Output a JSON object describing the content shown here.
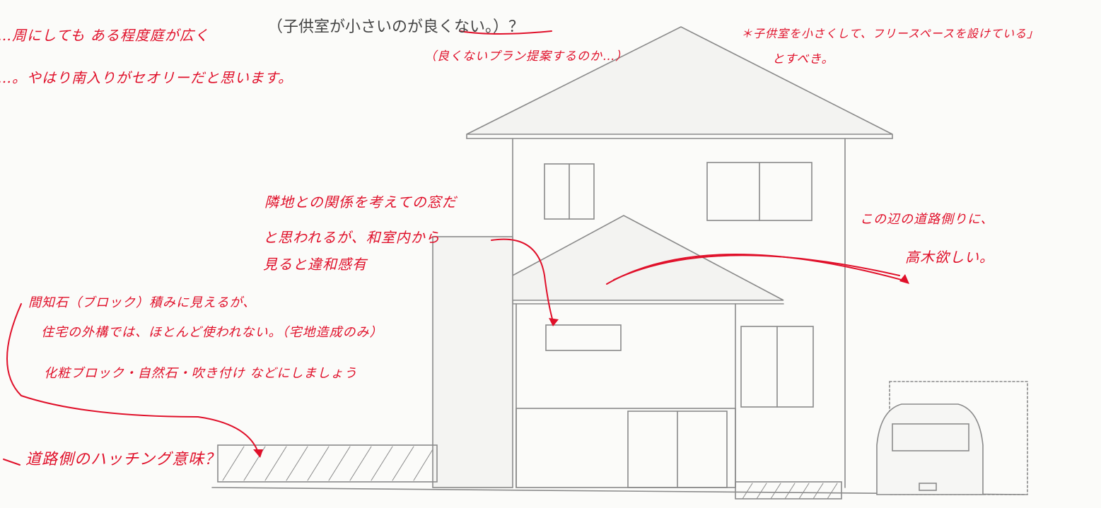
{
  "printed_caption": "（子供室が小さいのが良くない。）？",
  "notes": {
    "left_top_1": "…周にしても ある程度庭が広く",
    "left_top_2": "…。やはり南入りがセオリーだと思います。",
    "center_top": "（良くないプラン提案するのか…）",
    "right_top_1": "＊子供室を小さくして、フリースペースを設けている」",
    "right_top_2": "とすべき。",
    "mid_1": "隣地との関係を考えての窓だ",
    "mid_2": "と思われるが、和室内から",
    "mid_3": "見ると違和感有",
    "right_mid_1": "この辺の道路側りに、",
    "right_mid_2": "高木欲しい。",
    "left_mid_1": "間知石（ブロック）積みに見えるが、",
    "left_mid_2": "住宅の外構では、ほとんど使われない。（宅地造成のみ）",
    "left_mid_3": "化粧ブロック・自然石・吹き付け などにしましょう",
    "bottom_left": "道路側のハッチング意味？"
  },
  "colors": {
    "annotation_red": "#e0102a",
    "pencil_line": "#8a8a8a",
    "paper": "#fbfbf9"
  }
}
